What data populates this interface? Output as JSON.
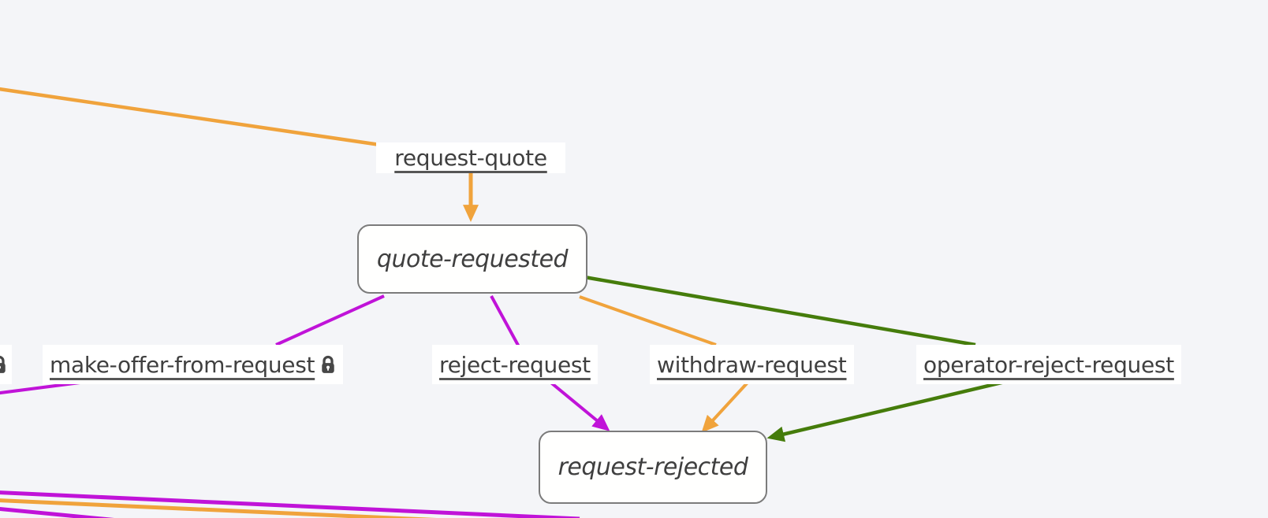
{
  "app": {
    "view": "state-machine-diagram"
  },
  "colors": {
    "orange": "#f0a33c",
    "magenta": "#c013d8",
    "green": "#457c0b",
    "border": "#7b7b7b",
    "fill": "#fffffe",
    "text": "#3f3f3f",
    "label-bg": "#ffffff",
    "canvas-bg": "#f4f5f8",
    "lock": "#474747"
  },
  "states": [
    {
      "id": "quote-requested",
      "label": "quote-requested"
    },
    {
      "id": "request-rejected",
      "label": "request-rejected"
    }
  ],
  "transitions": [
    {
      "id": "request-quote",
      "label": "request-quote",
      "locked": false
    },
    {
      "id": "make-offer-from-request",
      "label": "make-offer-from-request",
      "locked": true
    },
    {
      "id": "reject-request",
      "label": "reject-request",
      "locked": false
    },
    {
      "id": "withdraw-request",
      "label": "withdraw-request",
      "locked": false
    },
    {
      "id": "operator-reject-request",
      "label": "operator-reject-request",
      "locked": false
    }
  ],
  "edges": [
    {
      "from": "offscreen-top-left",
      "to": "request-quote",
      "color": "orange"
    },
    {
      "from": "request-quote",
      "to": "quote-requested",
      "color": "orange",
      "arrow": true
    },
    {
      "from": "quote-requested",
      "to": "make-offer-from-request",
      "color": "magenta"
    },
    {
      "from": "make-offer-from-request",
      "to": "offscreen-left",
      "color": "magenta"
    },
    {
      "from": "quote-requested",
      "to": "reject-request",
      "color": "magenta"
    },
    {
      "from": "reject-request",
      "to": "request-rejected",
      "color": "magenta",
      "arrow": true
    },
    {
      "from": "quote-requested",
      "to": "withdraw-request",
      "color": "orange"
    },
    {
      "from": "withdraw-request",
      "to": "request-rejected",
      "color": "orange",
      "arrow": true
    },
    {
      "from": "quote-requested",
      "to": "operator-reject-request",
      "color": "green"
    },
    {
      "from": "operator-reject-request",
      "to": "request-rejected",
      "color": "green",
      "arrow": true
    },
    {
      "from": "offscreen-bottom-left-1",
      "to": "offscreen-bottom",
      "color": "magenta"
    },
    {
      "from": "offscreen-bottom-left-2",
      "to": "offscreen-bottom",
      "color": "orange"
    },
    {
      "from": "offscreen-bottom-left-3",
      "to": "offscreen-bottom",
      "color": "magenta"
    }
  ]
}
